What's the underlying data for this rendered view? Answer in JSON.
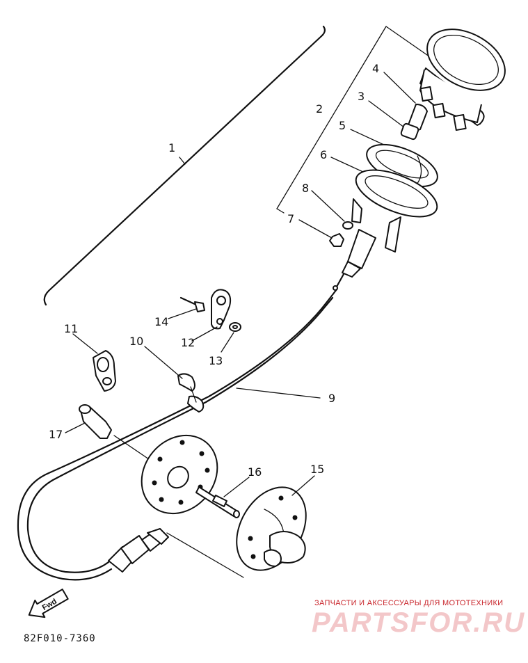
{
  "callouts": [
    "1",
    "2",
    "3",
    "4",
    "5",
    "6",
    "7",
    "8",
    "9",
    "10",
    "11",
    "12",
    "13",
    "14",
    "15",
    "16",
    "17"
  ],
  "direction_marker": "Fwd",
  "diagram_code": "82F010-7360",
  "watermark": {
    "subtitle": "ЗАПЧАСТИ И АКСЕССУАРЫ ДЛЯ МОТОТЕХНИКИ",
    "logo_text": "PARTSFOR.RU"
  }
}
